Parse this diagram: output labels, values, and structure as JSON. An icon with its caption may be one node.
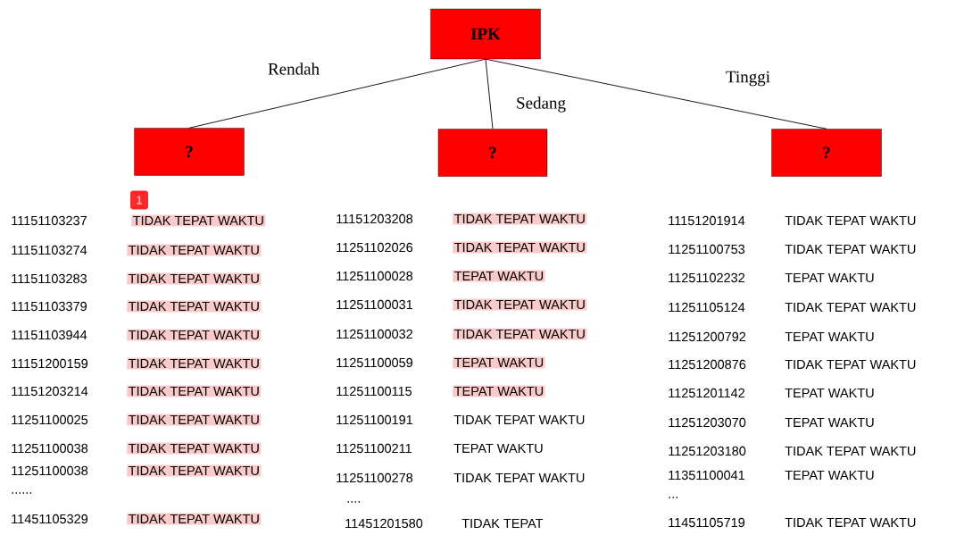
{
  "diagram": {
    "nodes": [
      {
        "text": [
          "IPK"
        ]
      },
      {
        "text": [
          "?"
        ]
      },
      {
        "text": [
          "?"
        ]
      },
      {
        "text": [
          "?"
        ]
      }
    ],
    "edges": [
      {
        "from": 0,
        "to": 1,
        "arrow": "none",
        "label": "Rendah"
      },
      {
        "from": 0,
        "to": 2,
        "arrow": "none",
        "label": "Sedang"
      },
      {
        "from": 0,
        "to": 3,
        "arrow": "none",
        "label": "Tinggi"
      }
    ],
    "labels": [
      "1",
      "11151103237",
      "TIDAK TEPAT WAKTU",
      "11151103274",
      "TIDAK TEPAT WAKTU",
      "11151103283",
      "TIDAK TEPAT WAKTU",
      "11151103379",
      "TIDAK TEPAT WAKTU",
      "11151103944",
      "TIDAK TEPAT WAKTU",
      "11151200159",
      "TIDAK TEPAT WAKTU",
      "11151203214",
      "TIDAK TEPAT WAKTU",
      "11251100025",
      "TIDAK TEPAT WAKTU",
      "11251100038",
      "TIDAK TEPAT WAKTU",
      "11251100038",
      "TIDAK TEPAT WAKTU",
      "......",
      "11451105329",
      "TIDAK TEPAT WAKTU",
      "11151203208",
      "TIDAK TEPAT WAKTU",
      "11251102026",
      "TIDAK TEPAT WAKTU",
      "11251100028",
      "TEPAT WAKTU",
      "11251100031",
      "TIDAK TEPAT WAKTU",
      "11251100032",
      "TIDAK TEPAT WAKTU",
      "11251100059",
      "TEPAT WAKTU",
      "11251100115",
      "TEPAT WAKTU",
      "11251100191",
      "TIDAK TEPAT WAKTU",
      "11251100211",
      "TEPAT WAKTU",
      "11251100278",
      "TIDAK TEPAT WAKTU",
      "....",
      "11451201580",
      "TIDAK TEPAT",
      "11151201914",
      "TIDAK TEPAT WAKTU",
      "11251100753",
      "TIDAK TEPAT WAKTU",
      "11251102232",
      "TEPAT WAKTU",
      "11251105124",
      "TIDAK TEPAT WAKTU",
      "11251200792",
      "TEPAT WAKTU",
      "11251200876",
      "TIDAK TEPAT WAKTU",
      "11251201142",
      "TEPAT WAKTU",
      "11251203070",
      "TEPAT WAKTU",
      "11251203180",
      "TIDAK TEPAT WAKTU",
      "11351100041",
      "TEPAT WAKTU",
      "...",
      "11451105719",
      "TIDAK TEPAT WAKTU"
    ]
  }
}
